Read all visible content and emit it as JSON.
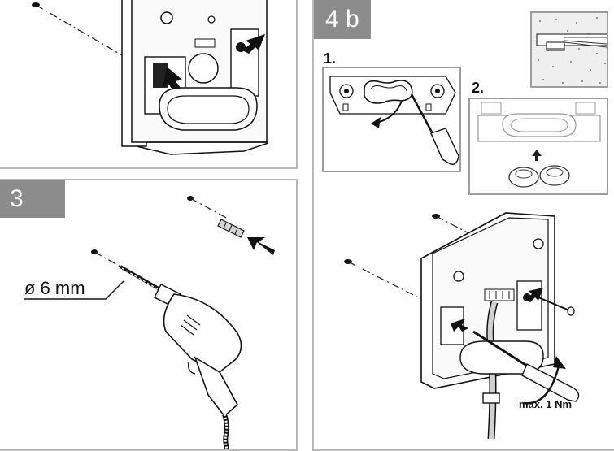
{
  "panels": {
    "top_left": {},
    "step3": {
      "tag": "3",
      "drill_size": "ø 6 mm"
    },
    "step4b": {
      "tag": "4 b",
      "sub1": {
        "label": "1."
      },
      "sub2": {
        "label": "2."
      },
      "torque": "max. 1 Nm"
    }
  },
  "colors": {
    "tag_bg": "#8c8c8c",
    "frame": "#b9b9b9",
    "ink": "#111111",
    "sub_frame": "#9d9d9d"
  }
}
